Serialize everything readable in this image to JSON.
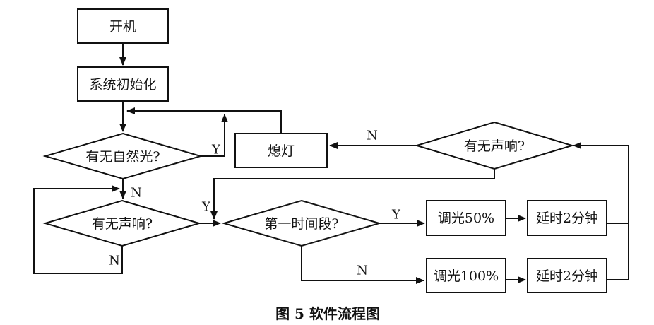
{
  "figure": {
    "caption": "图 5  软件流程图",
    "colors": {
      "line": "#111111",
      "background": "#ffffff",
      "text": "#111111"
    },
    "nodes": {
      "power_on": "开机",
      "system_init": "系统初始化",
      "natural_light_check": "有无自然光?",
      "lights_off": "熄灯",
      "sound_check_right": "有无声响?",
      "sound_check_left": "有无声响?",
      "first_time_period_check": "第一时间段?",
      "dim_50": "调光50%",
      "delay_2min_top": "延时2分钟",
      "dim_100": "调光100%",
      "delay_2min_bottom": "延时2分钟"
    },
    "labels": {
      "natural_light_yes": "Y",
      "natural_light_no": "N",
      "sound_left_yes": "Y",
      "sound_left_no": "N",
      "sound_right_no": "N",
      "first_period_yes": "Y",
      "first_period_no": "N"
    }
  }
}
